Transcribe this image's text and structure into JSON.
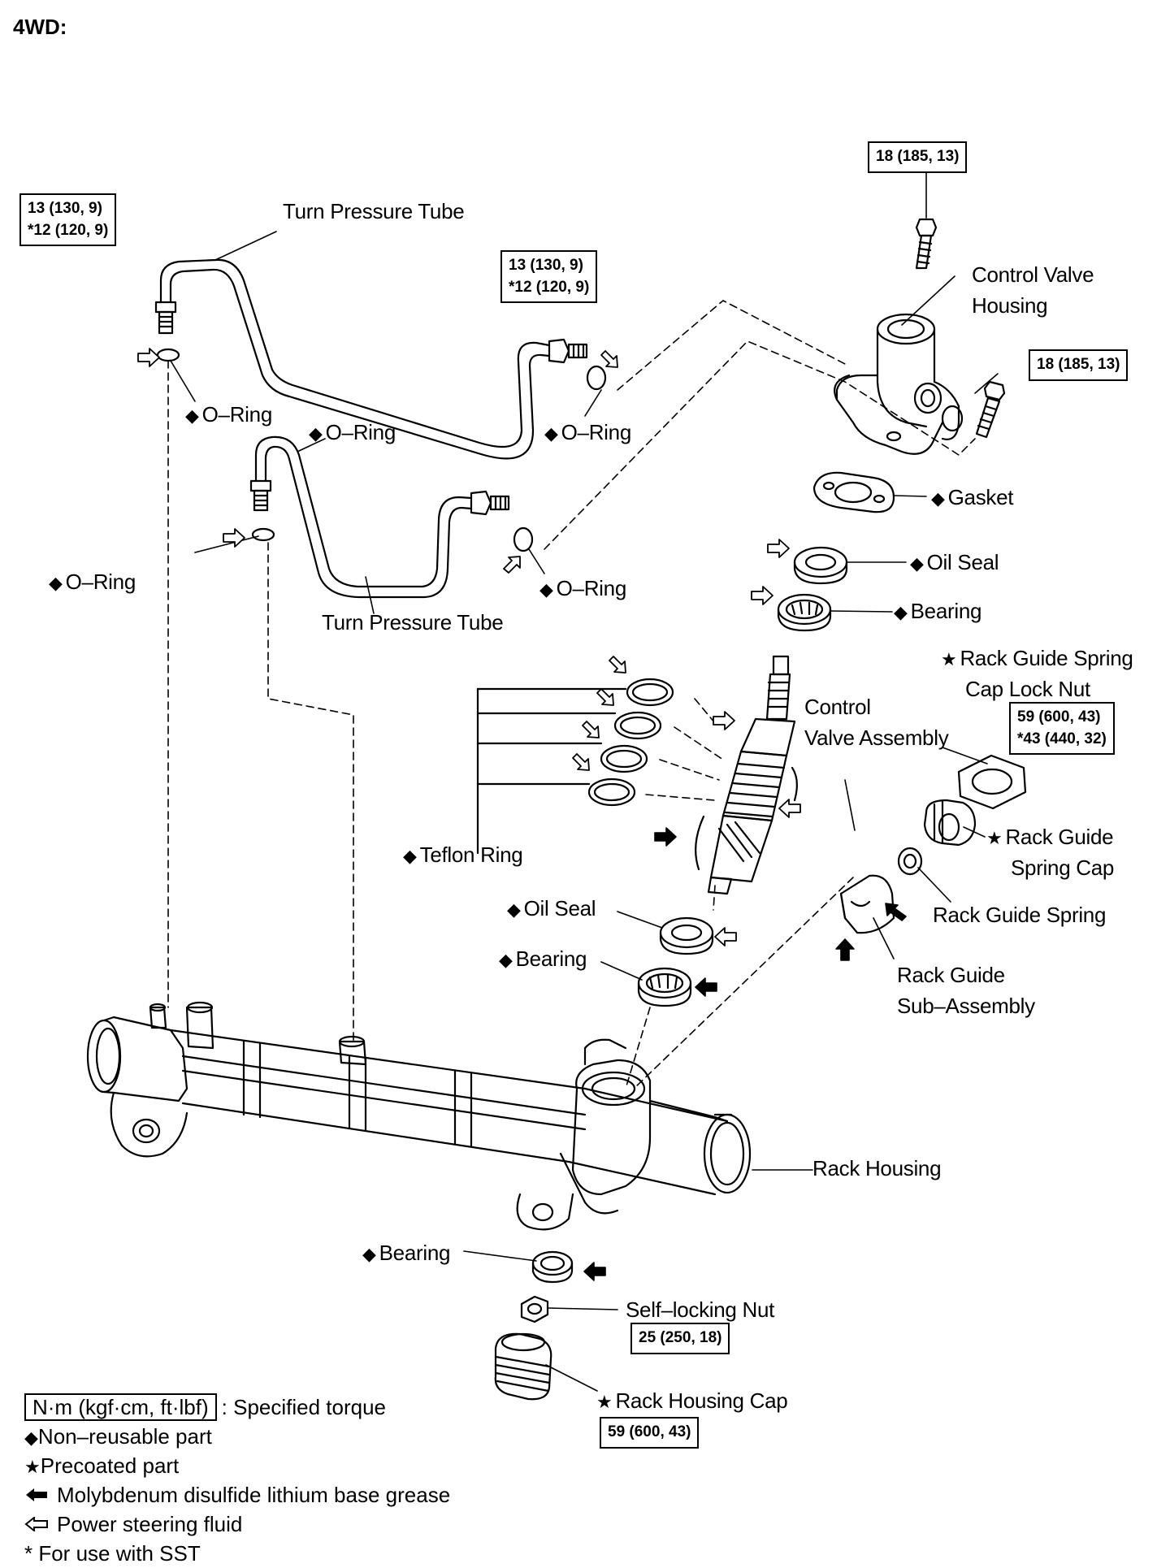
{
  "title": "4WD:",
  "labels": {
    "turn_pressure_tube_upper": "Turn Pressure Tube",
    "turn_pressure_tube_lower": "Turn Pressure Tube",
    "control_valve_housing": [
      "Control Valve",
      "Housing"
    ],
    "o_ring_1": "O–Ring",
    "o_ring_2": "O–Ring",
    "o_ring_3": "O–Ring",
    "o_ring_4": "O–Ring",
    "o_ring_5": "O–Ring",
    "gasket": "Gasket",
    "oil_seal_upper": "Oil Seal",
    "bearing_upper": "Bearing",
    "rack_guide_spring_cap_lock_nut": [
      "Rack Guide Spring",
      "Cap Lock Nut"
    ],
    "control_valve_assembly": [
      "Control",
      "Valve Assembly"
    ],
    "teflon_ring": "Teflon Ring",
    "rack_guide_spring_cap": [
      "Rack Guide",
      "Spring Cap"
    ],
    "rack_guide_spring": "Rack Guide Spring",
    "oil_seal_lower": "Oil Seal",
    "bearing_middle": "Bearing",
    "rack_guide_sub_assembly": [
      "Rack Guide",
      "Sub–Assembly"
    ],
    "rack_housing": "Rack Housing",
    "bearing_lower": "Bearing",
    "self_locking_nut": "Self–locking Nut",
    "rack_housing_cap": "Rack Housing Cap"
  },
  "torque": {
    "housing_bolt_top": "18 (185, 13)",
    "housing_bolt_side": "18 (185, 13)",
    "tube_union_left": [
      "13 (130, 9)",
      "*12 (120, 9)"
    ],
    "tube_union_mid": [
      "13 (130, 9)",
      "*12 (120, 9)"
    ],
    "lock_nut": [
      "59 (600, 43)",
      "*43 (440, 32)"
    ],
    "self_locking_nut": "25 (250, 18)",
    "rack_housing_cap": "59 (600, 43)"
  },
  "legend": {
    "torque_box": "N·m (kgf·cm, ft·lbf)",
    "torque_text": ": Specified torque",
    "non_reusable": "Non–reusable part",
    "precoated": "Precoated part",
    "moly_grease": "Molybdenum disulfide lithium base grease",
    "ps_fluid": "Power steering fluid",
    "sst": "* For use with SST"
  },
  "icons": {
    "non_reusable": "diamond-icon",
    "precoated": "star-icon",
    "moly_grease": "solid-arrow-icon",
    "ps_fluid": "hollow-arrow-icon"
  }
}
